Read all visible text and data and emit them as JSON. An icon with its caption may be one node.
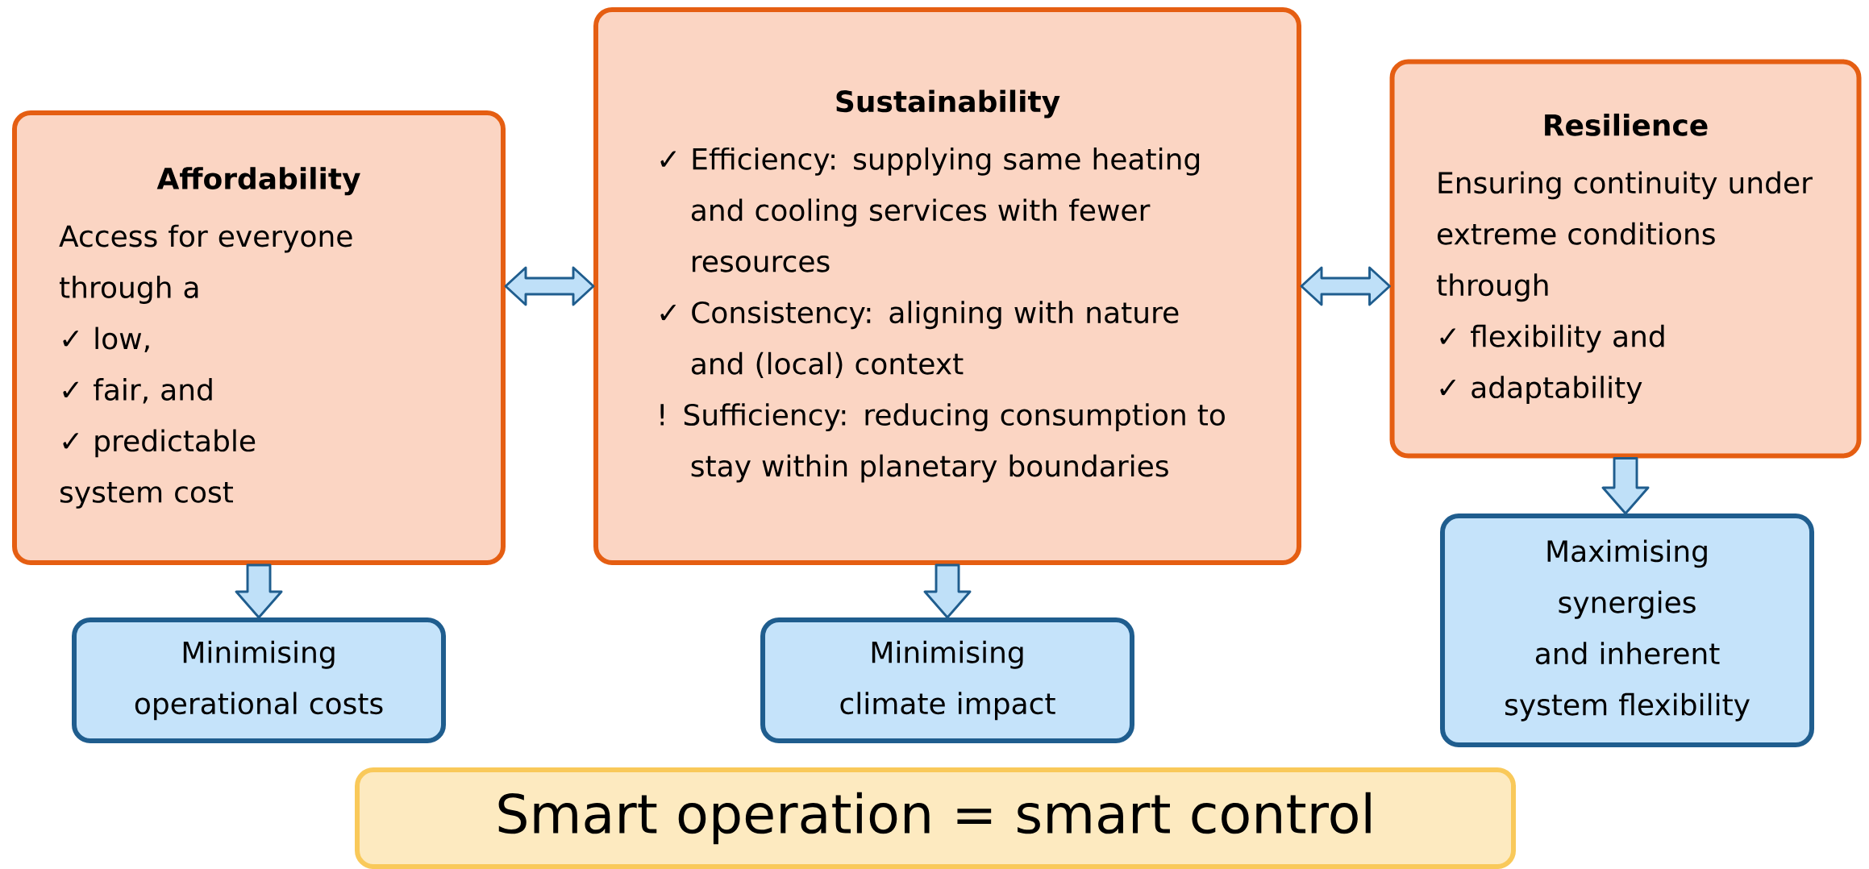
{
  "diagram": {
    "nodes": [
      {
        "text": [
          "Affordability",
          "Access for everyone through a",
          "✓ low,",
          "✓ fair, and",
          "✓ predictable",
          "system cost"
        ]
      },
      {
        "text": [
          "Sustainability",
          "✓ Efficiency: supplying same heating and cooling services with fewer resources",
          "✓ Consistency: aligning with nature and (local) context",
          "! Sufficiency: reducing consumption to stay within planetary boundaries"
        ]
      },
      {
        "text": [
          "Resilience",
          "Ensuring continuity under extreme conditions through",
          "✓ flexibility and",
          "✓ adaptability"
        ]
      },
      {
        "text": [
          "Minimising operational costs"
        ]
      },
      {
        "text": [
          "Minimising climate impact"
        ]
      },
      {
        "text": [
          "Maximising synergies and inherent system flexibility"
        ]
      },
      {
        "text": [
          "Smart operation = smart control"
        ]
      }
    ],
    "edges": [
      {
        "from": 0,
        "to": 1,
        "arrow": "both"
      },
      {
        "from": 1,
        "to": 2,
        "arrow": "both"
      },
      {
        "from": 0,
        "to": 3,
        "arrow": "to"
      },
      {
        "from": 1,
        "to": 4,
        "arrow": "to"
      },
      {
        "from": 2,
        "to": 5,
        "arrow": "to"
      }
    ]
  }
}
